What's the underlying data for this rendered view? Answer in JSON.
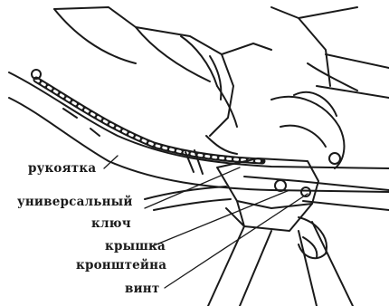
{
  "labels": {
    "handle": "рукоятка",
    "universal_key": "универсальный",
    "universal_key_line2": "ключ",
    "bracket_cover": "крышка",
    "bracket_cover_line2": "кронштейна",
    "screw": "винт"
  },
  "colors": {
    "ink": "#1a1a1a",
    "background": "#ffffff"
  }
}
